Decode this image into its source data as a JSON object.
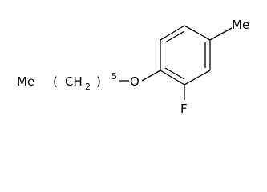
{
  "labels": {
    "methyl": "Me",
    "chain_methyl": "Me",
    "chain_open_paren": "(",
    "chain_ch": "CH",
    "chain_two": "2",
    "chain_close_paren": ")",
    "chain_five": "5",
    "oxygen": "O",
    "fluorine": "F"
  },
  "colors": {
    "line": "#000000",
    "background": "#ffffff"
  }
}
